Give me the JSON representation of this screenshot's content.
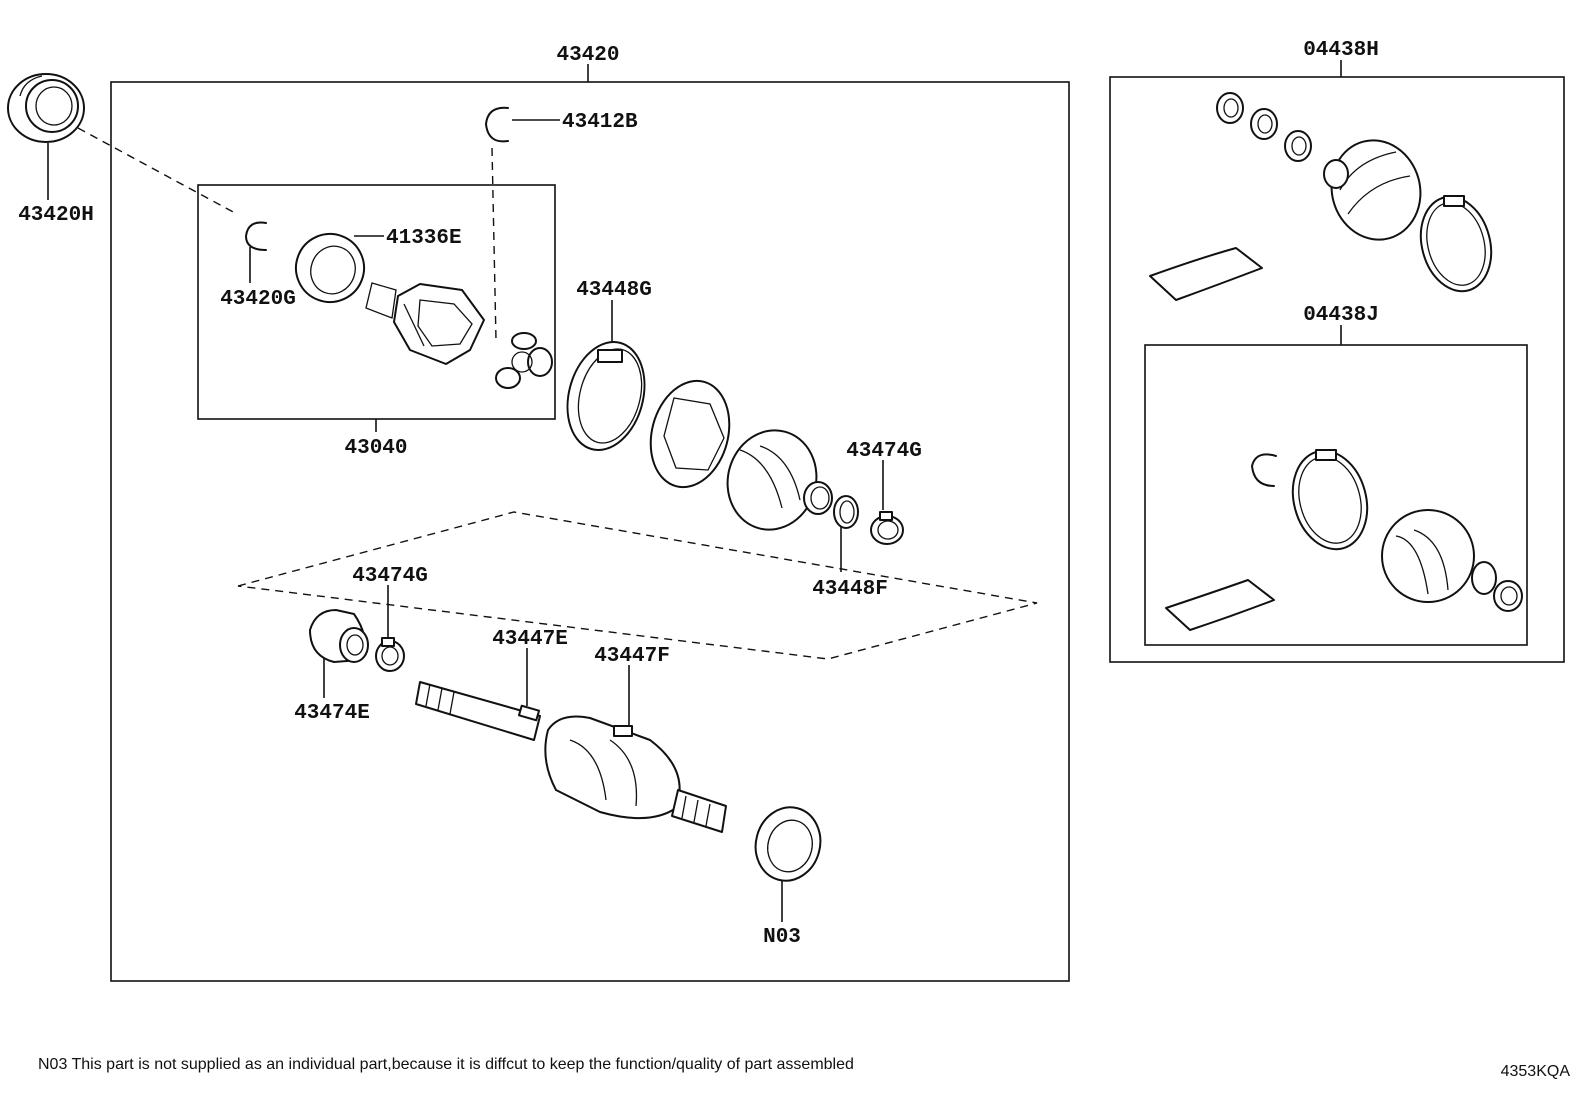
{
  "labels": {
    "main_assembly": "43420",
    "outer_bearing": "43420H",
    "snap_ring_inner": "43420G",
    "washer": "41336E",
    "snap_ring_top": "43412B",
    "inboard_joint": "43040",
    "boot_clamp_large": "43448G",
    "boot_clamp_small_top": "43474G",
    "boot_clamp_small_mid": "43448F",
    "boot_clamp_small_left": "43474G",
    "damper": "43474E",
    "clamp_shaft": "43447E",
    "clamp_outer_joint": "43447F",
    "dust_cover": "N03",
    "boot_kit_outer": "04438H",
    "boot_kit_inner": "04438J"
  },
  "footer": {
    "note": "N03 This part is not supplied as an  individual part,because it is diffcut to keep the function/quality of part assembled",
    "diagram_code": "4353KQA"
  }
}
